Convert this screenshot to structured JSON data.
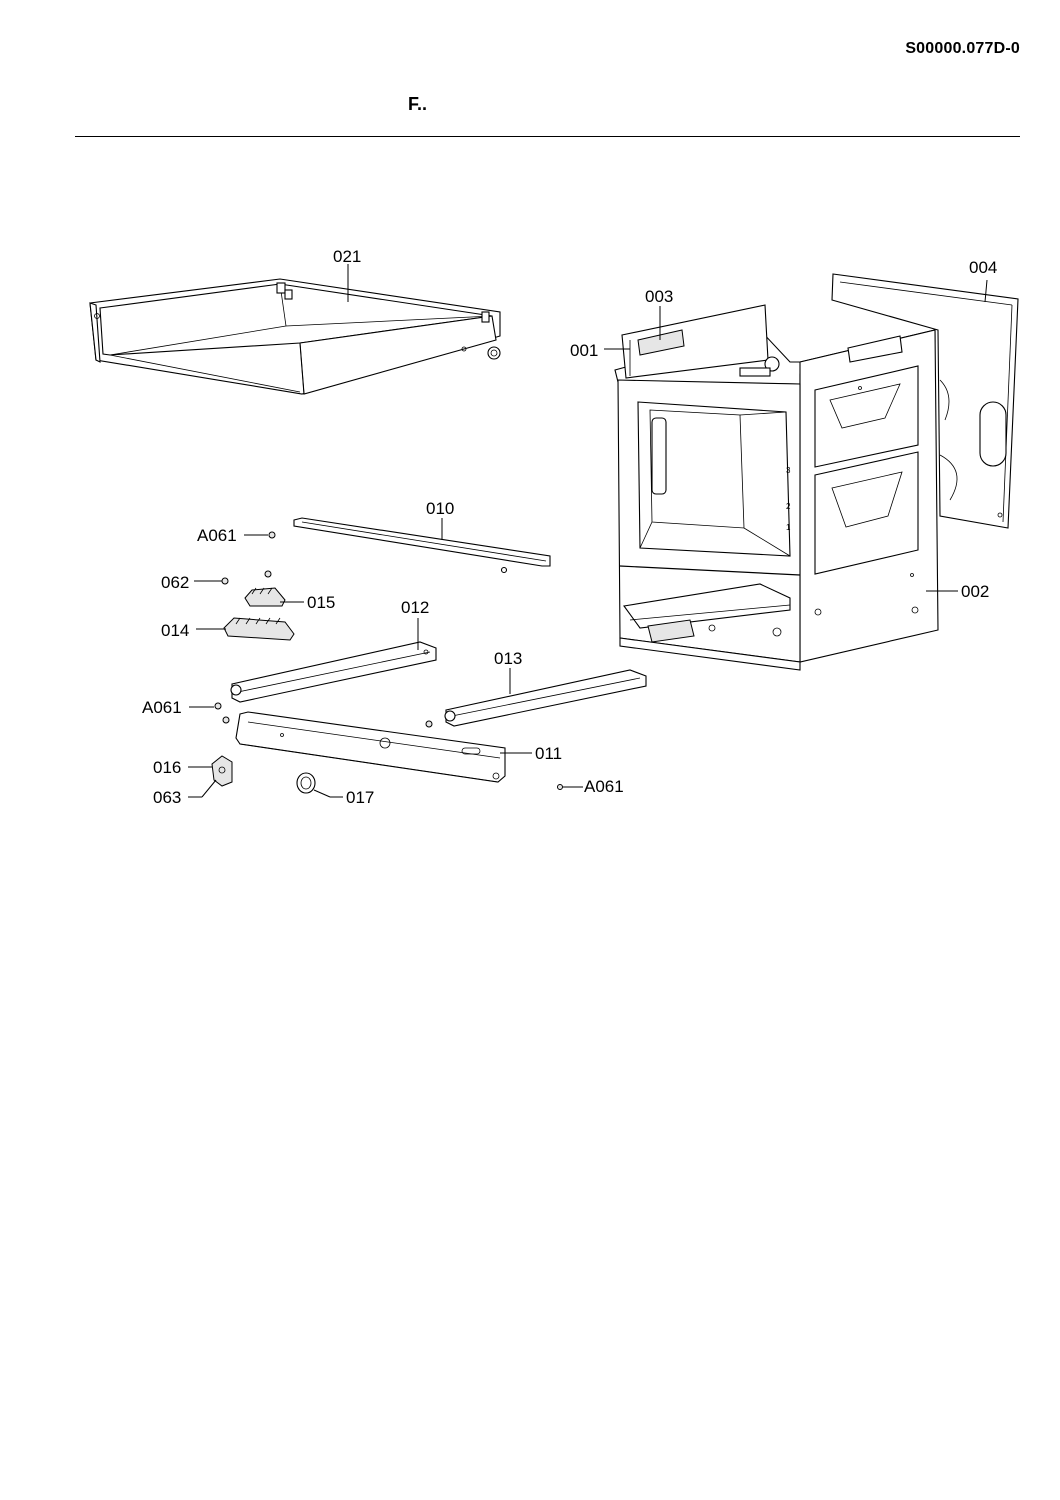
{
  "header": {
    "doc_id": "S00000.077D-0",
    "section": "F.."
  },
  "callouts": {
    "c021": "021",
    "c004": "004",
    "c003": "003",
    "c001": "001",
    "c002": "002",
    "c010": "010",
    "c012": "012",
    "c013": "013",
    "c011": "011",
    "c014": "014",
    "c015": "015",
    "c062": "062",
    "c016": "016",
    "c063": "063",
    "c017": "017",
    "cA061a": "A061",
    "cA061b": "A061",
    "cA061c": "A061"
  }
}
